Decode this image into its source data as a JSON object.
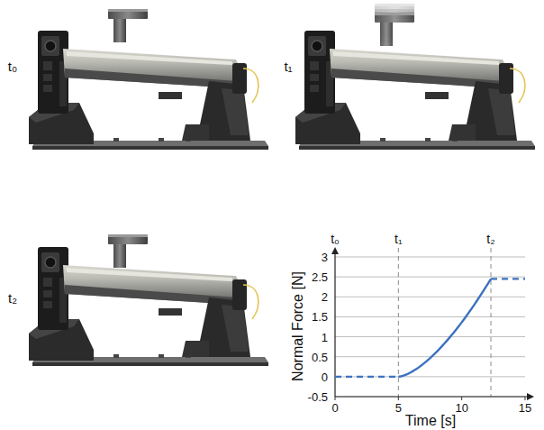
{
  "diagram": {
    "labels": [
      "t₀",
      "t₁",
      "t₂",
      "t₀",
      "t₁",
      "t₂",
      "3",
      "2.5",
      "2",
      "1.5",
      "1",
      "0.5",
      "0",
      "-0.5",
      "0",
      "5",
      "10",
      "15",
      "Normal Force [N]",
      "Time [s]"
    ]
  }
}
